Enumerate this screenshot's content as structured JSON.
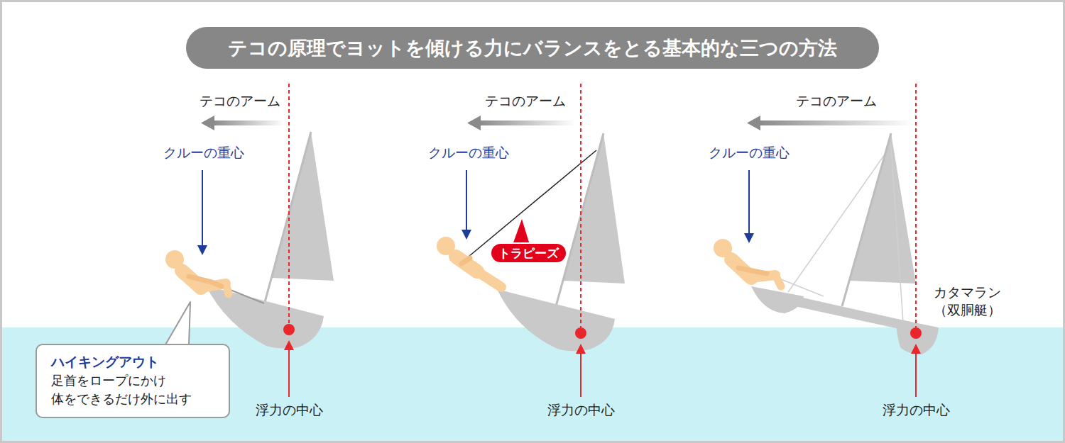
{
  "diagram": {
    "title": "テコの原理でヨットを傾ける力にバランスをとる基本的な三つの方法",
    "nodes": [
      {
        "text": [
          "ハイキングアウト",
          "足首をロープにかけ 体をできるだけ外に出す"
        ]
      },
      {
        "text": [
          "トラピーズ"
        ]
      }
    ],
    "labels": [
      "テコのアーム",
      "クルーの重心",
      "浮力の中心",
      "テコのアーム",
      "クルーの重心",
      "浮力の中心",
      "テコのアーム",
      "クルーの重心",
      "カタマラン （双胴艇）",
      "浮力の中心"
    ]
  }
}
